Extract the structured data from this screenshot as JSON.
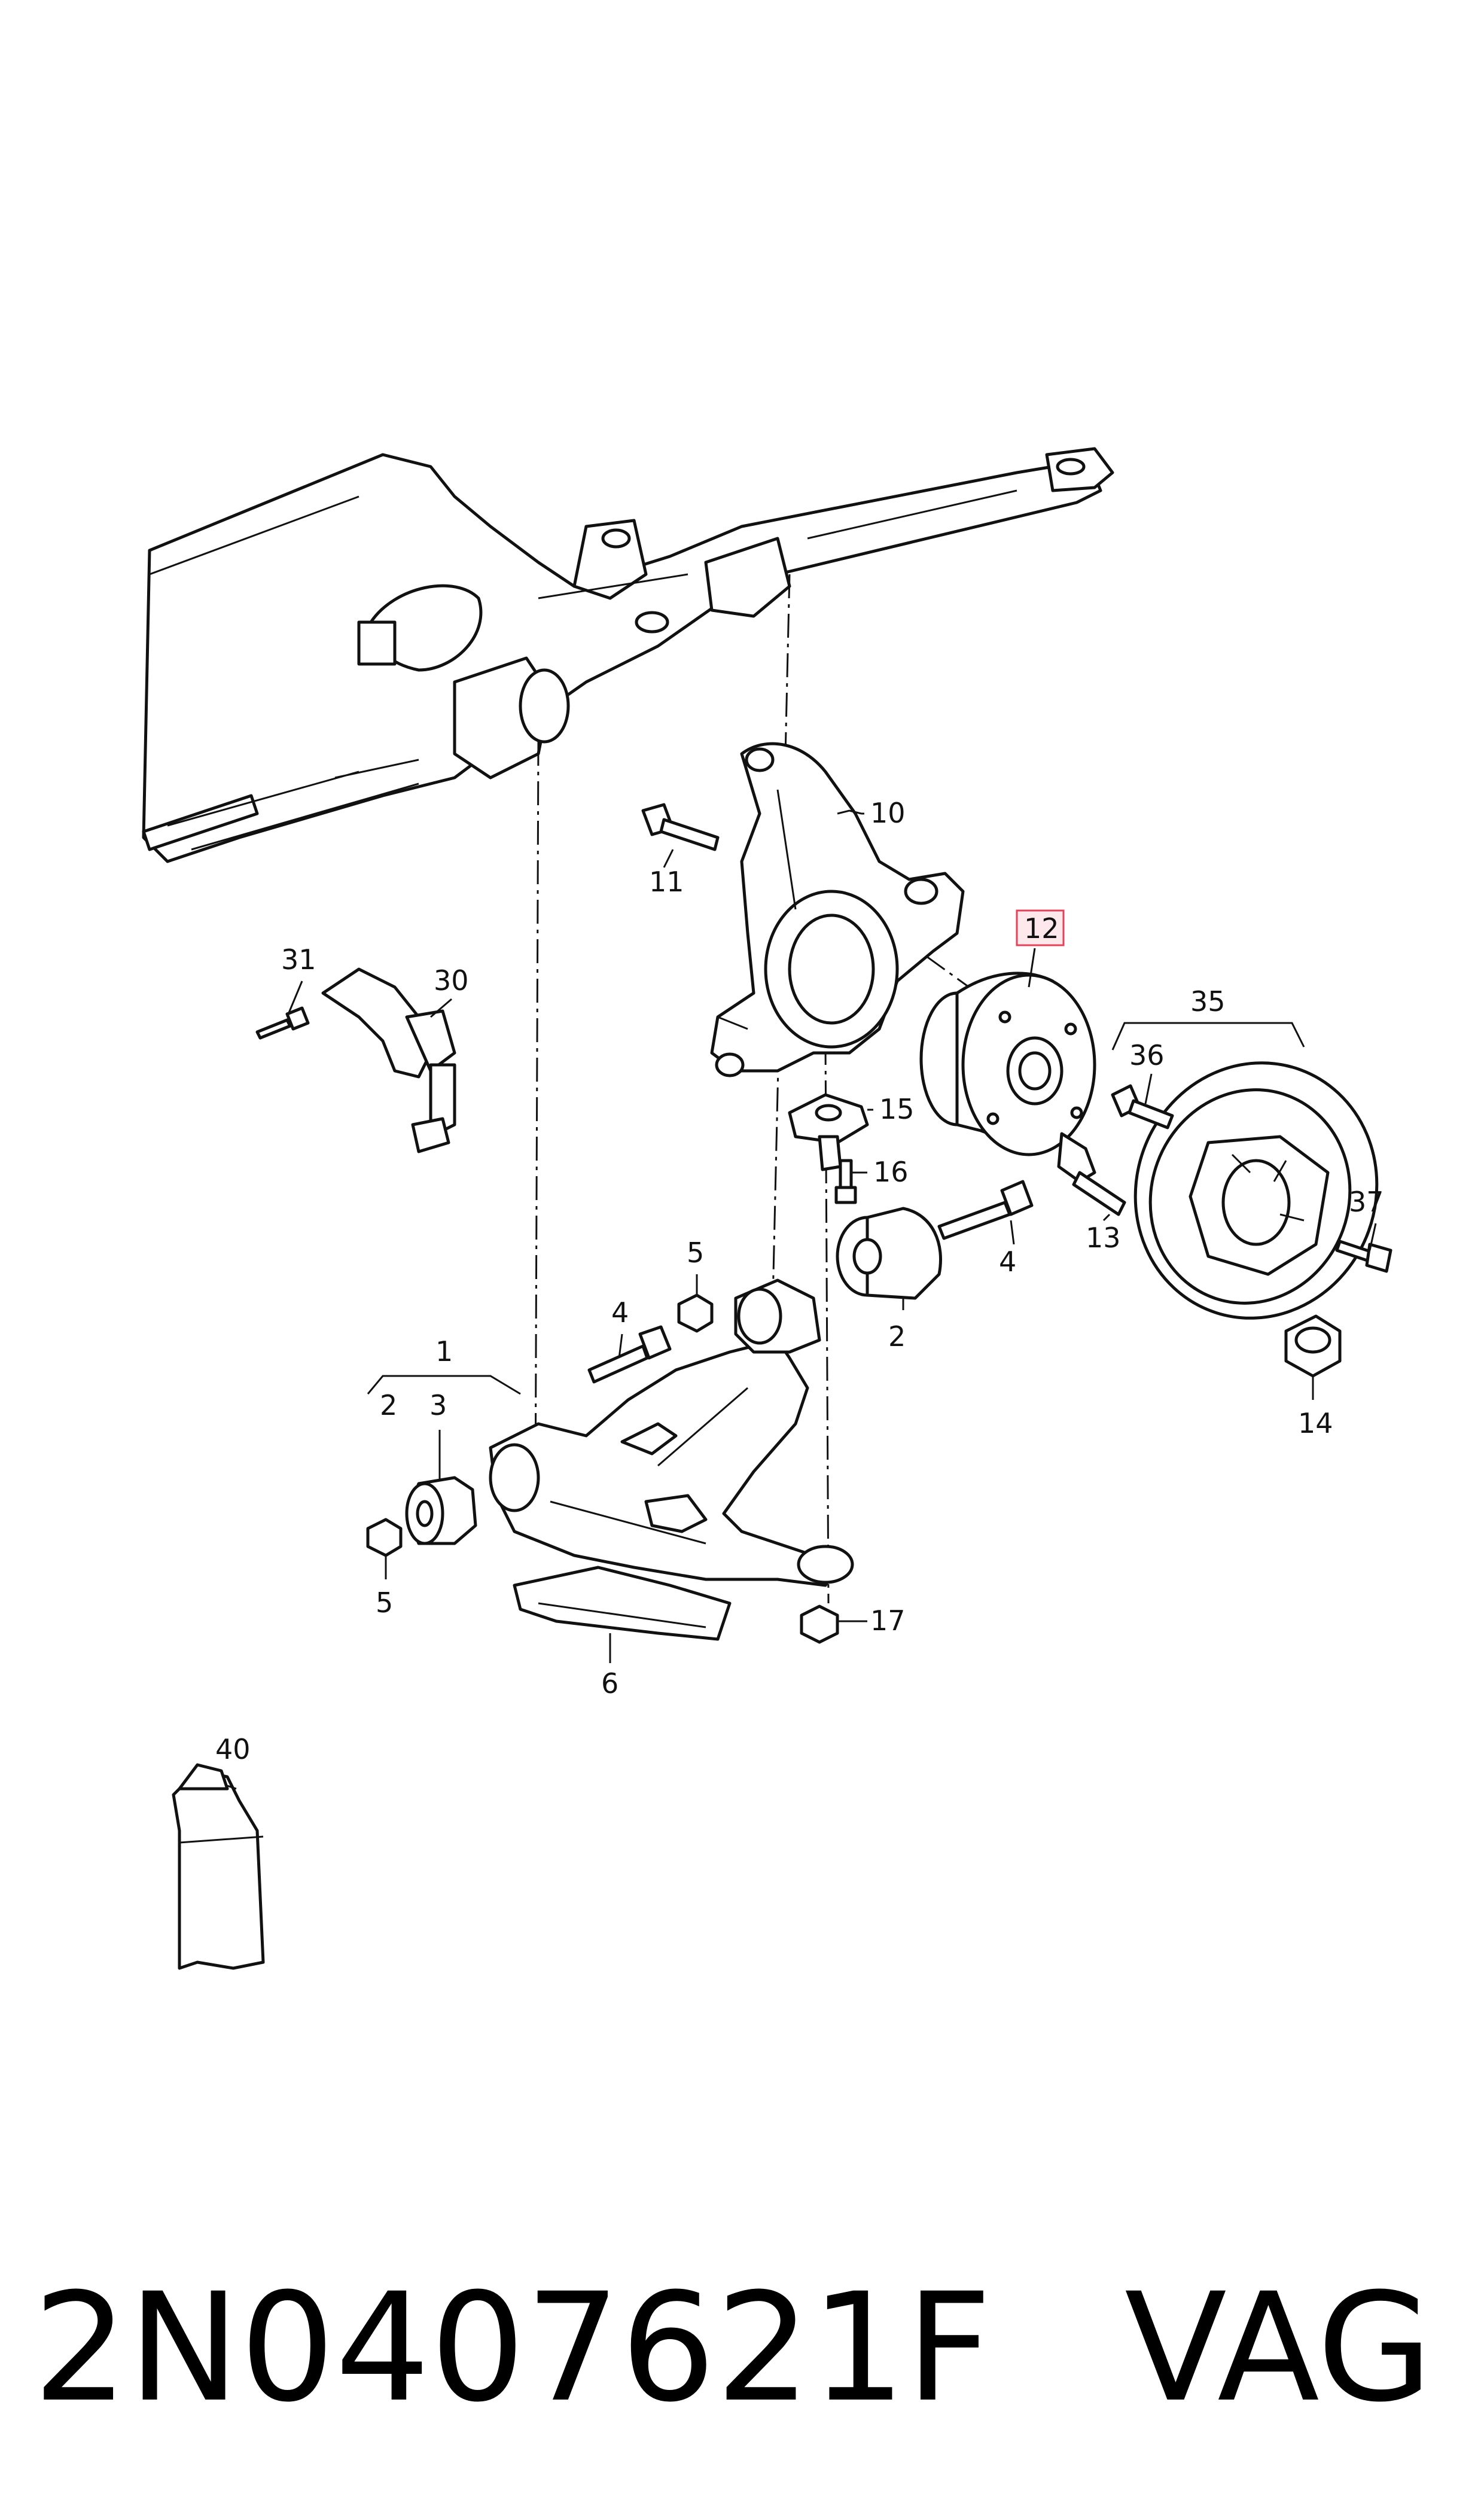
{
  "labels": {
    "l1": "1",
    "l2a": "2",
    "l2b": "2",
    "l3": "3",
    "l4a": "4",
    "l4b": "4",
    "l5a": "5",
    "l5b": "5",
    "l6": "6",
    "l10": "10",
    "l11": "11",
    "l12": "12",
    "l13": "13",
    "l14": "14",
    "l15": "15",
    "l16": "16",
    "l17": "17",
    "l30": "30",
    "l31": "31",
    "l35": "35",
    "l36": "36",
    "l37": "37",
    "l40": "40"
  },
  "highlight_color": "#e0435a",
  "footer": {
    "part_number": "2N0407621F",
    "brand": "VAG"
  }
}
